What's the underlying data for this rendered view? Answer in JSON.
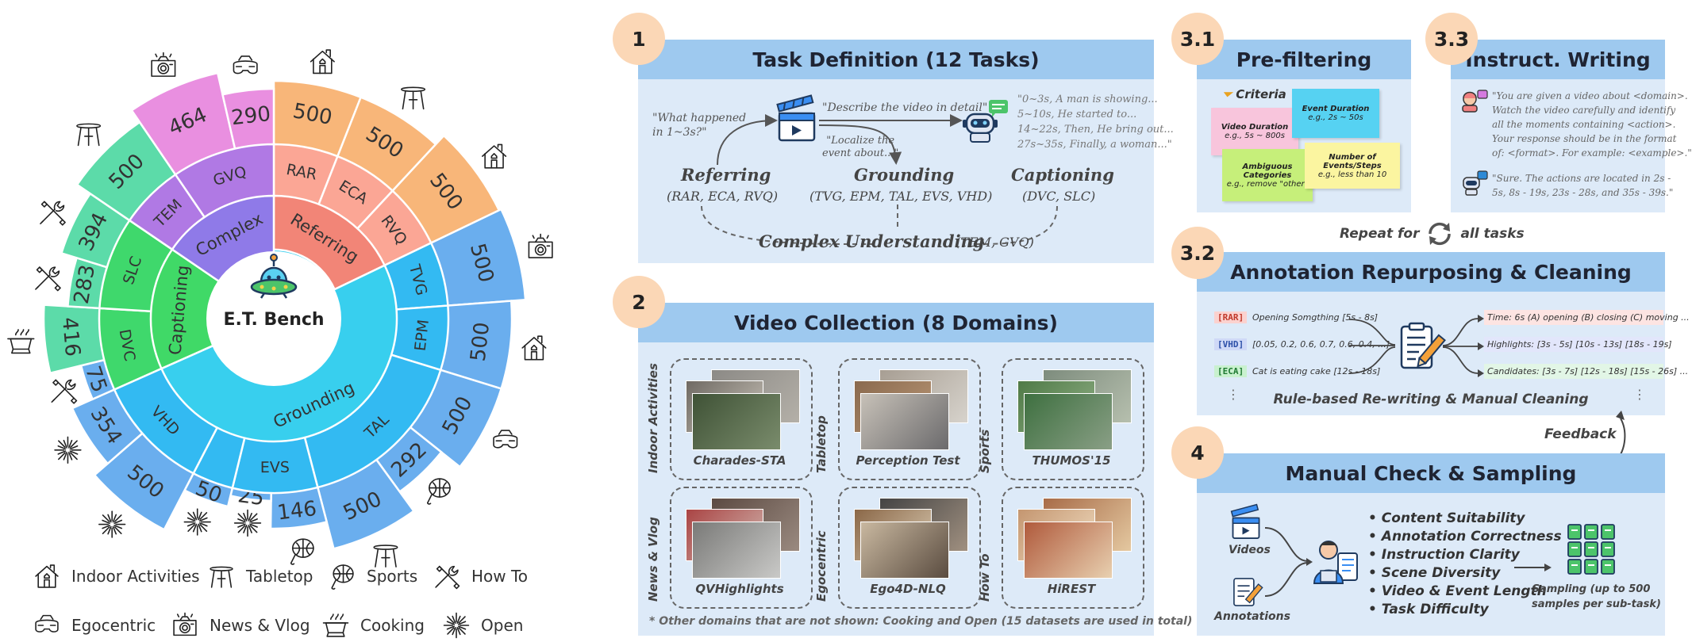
{
  "sunburst": {
    "center_title": "E.T. Bench",
    "inner": [
      {
        "label": "Referring",
        "color": "#f28577"
      },
      {
        "label": "Grounding",
        "color": "#38cfee"
      },
      {
        "label": "Captioning",
        "color": "#40d967"
      },
      {
        "label": "Complex",
        "color": "#8f7ae8"
      }
    ],
    "middle": [
      {
        "label": "RAR",
        "color": "#fba695"
      },
      {
        "label": "ECA",
        "color": "#fba695"
      },
      {
        "label": "RVQ",
        "color": "#fba695"
      },
      {
        "label": "TVG",
        "color": "#33baf2"
      },
      {
        "label": "EPM",
        "color": "#33baf2"
      },
      {
        "label": "TAL",
        "color": "#33baf2"
      },
      {
        "label": "EVS",
        "color": "#33baf2"
      },
      {
        "label": "VHD",
        "color": "#33baf2"
      },
      {
        "label": "DVC",
        "color": "#3fd86c"
      },
      {
        "label": "SLC",
        "color": "#3fd86c"
      },
      {
        "label": "TEM",
        "color": "#b079e4"
      },
      {
        "label": "GVQ",
        "color": "#b079e4"
      }
    ],
    "outer": [
      {
        "value": "500",
        "color": "#f8b679"
      },
      {
        "value": "500",
        "color": "#f8b679"
      },
      {
        "value": "500",
        "color": "#f8b679"
      },
      {
        "value": "500",
        "color": "#6aaeee"
      },
      {
        "value": "500",
        "color": "#6aaeee"
      },
      {
        "value": "500",
        "color": "#6aaeee"
      },
      {
        "value": "292",
        "color": "#6aaeee"
      },
      {
        "value": "500",
        "color": "#6aaeee"
      },
      {
        "value": "146",
        "color": "#6aaeee"
      },
      {
        "value": "25",
        "color": "#6aaeee"
      },
      {
        "value": "50",
        "color": "#6aaeee"
      },
      {
        "value": "500",
        "color": "#6aaeee"
      },
      {
        "value": "354",
        "color": "#6aaeee"
      },
      {
        "value": "75",
        "color": "#6aaeee"
      },
      {
        "value": "416",
        "color": "#5cdba9"
      },
      {
        "value": "283",
        "color": "#5cdba9"
      },
      {
        "value": "394",
        "color": "#5cdba9"
      },
      {
        "value": "500",
        "color": "#5cdba9"
      },
      {
        "value": "464",
        "color": "#e98fe0"
      },
      {
        "value": "290",
        "color": "#e98fe0"
      }
    ],
    "outer_icons": [
      "house",
      "tabletop",
      "house",
      "camera",
      "house",
      "egocentric",
      "sports",
      "tabletop",
      "sports",
      "open",
      "open",
      "open",
      "open",
      "howto",
      "cooking",
      "howto",
      "howto",
      "tabletop",
      "camera",
      "egocentric"
    ]
  },
  "legend": [
    {
      "label": "Indoor Activities",
      "icon": "house"
    },
    {
      "label": "Tabletop",
      "icon": "tabletop"
    },
    {
      "label": "Sports",
      "icon": "sports"
    },
    {
      "label": "How To",
      "icon": "howto"
    },
    {
      "label": "Egocentric",
      "icon": "egocentric"
    },
    {
      "label": "News & Vlog",
      "icon": "camera"
    },
    {
      "label": "Cooking",
      "icon": "cooking"
    },
    {
      "label": "Open",
      "icon": "open"
    }
  ],
  "task_definition": {
    "badge": "1",
    "title": "Task Definition (12 Tasks)",
    "q_referring": "\"What happened\nin 1~3s?\"",
    "q_describe": "\"Describe the video in detail\"",
    "q_localize": "\"Localize the\nevent about...\"",
    "caption_text": "\"0~3s, A man is showing...\n5~10s, He started to...\n14~22s, Then, He bring out...\n27s~35s, Finally, a woman...\"",
    "referring": "Referring",
    "referring_sub": "(RAR, ECA, RVQ)",
    "grounding": "Grounding",
    "grounding_sub": "(TVG, EPM, TAL, EVS, VHD)",
    "captioning": "Captioning",
    "captioning_sub": "(DVC, SLC)",
    "complex": "Complex Understanding",
    "complex_sub": "(TEM, GVQ)"
  },
  "video_collection": {
    "badge": "2",
    "title": "Video Collection (8 Domains)",
    "domains": [
      {
        "side": "Indoor Activities",
        "name": "Charades-STA"
      },
      {
        "side": "Tabletop",
        "name": "Perception Test"
      },
      {
        "side": "Sports",
        "name": "THUMOS'15"
      },
      {
        "side": "News & Vlog",
        "name": "QVHighlights"
      },
      {
        "side": "Egocentric",
        "name": "Ego4D-NLQ"
      },
      {
        "side": "How To",
        "name": "HiREST"
      }
    ],
    "footnote": "* Other domains that are not shown: Cooking and Open (15 datasets are used in total)"
  },
  "prefiltering": {
    "badge": "3.1",
    "title": "Pre-filtering",
    "criteria": "Criteria",
    "notes": [
      {
        "title": "Video Duration",
        "sub": "e.g., 5s ~ 800s",
        "color": "#f8c5dc"
      },
      {
        "title": "Event Duration",
        "sub": "e.g., 2s ~ 50s",
        "color": "#56d2f2"
      },
      {
        "title": "Ambiguous Categories",
        "sub": "e.g., remove \"other\"",
        "color": "#c6ef7a"
      },
      {
        "title": "Number of Events/Steps",
        "sub": "e.g., less than 10",
        "color": "#fbf5a0"
      }
    ]
  },
  "instruct_writing": {
    "badge": "3.3",
    "title": "Instruct. Writing",
    "user_text": "\"You are given a video about <domain>.\nWatch the video carefully and identify\nall the moments containing <action>.\nYour response should be in the format\nof: <format>. For example: <example>.\"",
    "bot_text": "\"Sure. The actions are located in 2s -\n5s, 8s - 19s, 23s - 28s, and 35s - 39s.\""
  },
  "repeat": {
    "pre": "Repeat for",
    "post": "all tasks"
  },
  "repurposing": {
    "badge": "3.2",
    "title": "Annotation Repurposing & Cleaning",
    "rows": [
      {
        "tag": "[RAR]",
        "tag_bg": "#fbd2cf",
        "tag_color": "#c0392b",
        "input": "Opening Somgthing [5s - 8s]",
        "output": "Time: 6s (A) opening (B) closing (C) moving ...",
        "out_bg": "#fde4e2"
      },
      {
        "tag": "[VHD]",
        "tag_bg": "#cfd9f7",
        "tag_color": "#2c4fa8",
        "input": "[0.05, 0.2, 0.6, 0.7, 0.6, 0.4, ...]",
        "output": "Highlights: [3s - 5s] [10s - 13s] [18s - 19s]",
        "out_bg": "#e2e6fb"
      },
      {
        "tag": "[ECA]",
        "tag_bg": "#c9f1cf",
        "tag_color": "#1f7a32",
        "input": "Cat is eating cake [12s - 18s]",
        "output": "Candidates: [3s - 7s] [12s - 18s] [15s - 26s] ...",
        "out_bg": "#e2f6e6"
      }
    ],
    "dots": "⋮",
    "caption": "Rule-based Re-writing & Manual Cleaning"
  },
  "feedback": "Feedback",
  "manual_check": {
    "badge": "4",
    "title": "Manual Check & Sampling",
    "videos": "Videos",
    "annotations": "Annotations",
    "bullets": [
      "Content Suitability",
      "Annotation Correctness",
      "Instruction Clarity",
      "Scene Diversity",
      "Video & Event Length",
      "Task Difficulty"
    ],
    "sampling": "Sampling (up to 500\nsamples per sub-task)"
  }
}
